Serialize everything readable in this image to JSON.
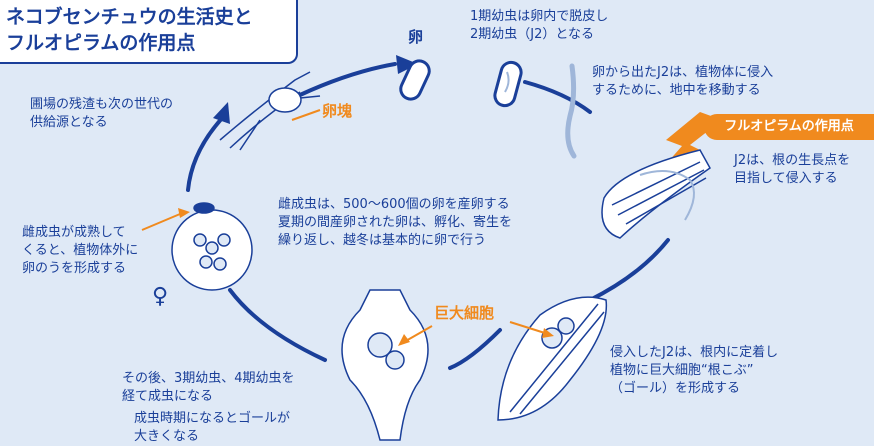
{
  "title": {
    "line1": "ネコブセンチュウの生活史と",
    "line2": "フルオピラムの作用点"
  },
  "labels": {
    "egg": "卵",
    "egg_mass": "卵塊",
    "giant_cell": "巨大細胞",
    "female_symbol": "♀",
    "action_point": "フルオピラムの作用点"
  },
  "notes": {
    "molt": [
      "1期幼虫は卵内で脱皮し",
      "2期幼虫（J2）となる"
    ],
    "hatch": [
      "卵から出たJ2は、植物体に侵入",
      "するために、地中を移動する"
    ],
    "invade": [
      "J2は、根の生長点を",
      "目指して侵入する"
    ],
    "gall": [
      "侵入したJ2は、根内に定着し",
      "植物に巨大細胞“根こぶ”",
      "（ゴール）を形成する"
    ],
    "adult": [
      "その後、3期幼虫、4期幼虫を",
      "経て成虫になる"
    ],
    "gall_grow": [
      "成虫時期になるとゴールが",
      "大きくなる"
    ],
    "egg_sac": [
      "雌成虫が成熟して",
      "くると、植物体外に",
      "卵のうを形成する"
    ],
    "residue": [
      "圃場の残渣も次の世代の",
      "供給源となる"
    ],
    "center": [
      "雌成虫は、500〜600個の卵を産卵する",
      "夏期の間産卵された卵は、孵化、寄生を",
      "繰り返し、越冬は基本的に卵で行う"
    ]
  },
  "colors": {
    "navy": "#1a3f99",
    "orange": "#f08a1e",
    "background": "#dfe9f6"
  }
}
